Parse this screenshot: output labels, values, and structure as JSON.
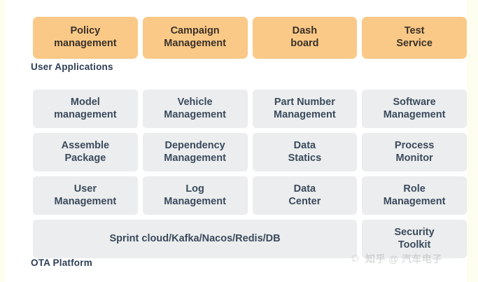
{
  "sections": {
    "user_applications": {
      "caption": "User Applications",
      "accent_color": "#fac987",
      "items": [
        {
          "label": "Policy\nmanagement"
        },
        {
          "label": "Campaign\nManagement"
        },
        {
          "label": "Dash\nboard"
        },
        {
          "label": "Test\nService"
        }
      ]
    },
    "ota_platform": {
      "caption": "OTA Platform",
      "accent_color": "#ebedee",
      "rows": [
        {
          "cells": [
            {
              "label": "Model\nmanagement"
            },
            {
              "label": "Vehicle\nManagement"
            },
            {
              "label": "Part Number\nManagement"
            },
            {
              "label": "Software\nManagement"
            }
          ]
        },
        {
          "cells": [
            {
              "label": "Assemble\nPackage"
            },
            {
              "label": "Dependency\nManagement"
            },
            {
              "label": "Data\nStatics"
            },
            {
              "label": "Process\nMonitor"
            }
          ]
        },
        {
          "cells": [
            {
              "label": "User\nManagement"
            },
            {
              "label": "Log\nManagement"
            },
            {
              "label": "Data\nCenter"
            },
            {
              "label": "Role\nManagement"
            }
          ]
        },
        {
          "cells": [
            {
              "label": "Sprint cloud/Kafka/Nacos/Redis/DB",
              "wide": true
            },
            {
              "label": "Security\nToolkit"
            }
          ]
        }
      ]
    }
  },
  "watermark": {
    "icon": "wechat-icon",
    "text": "知乎 @ 汽车电子"
  }
}
